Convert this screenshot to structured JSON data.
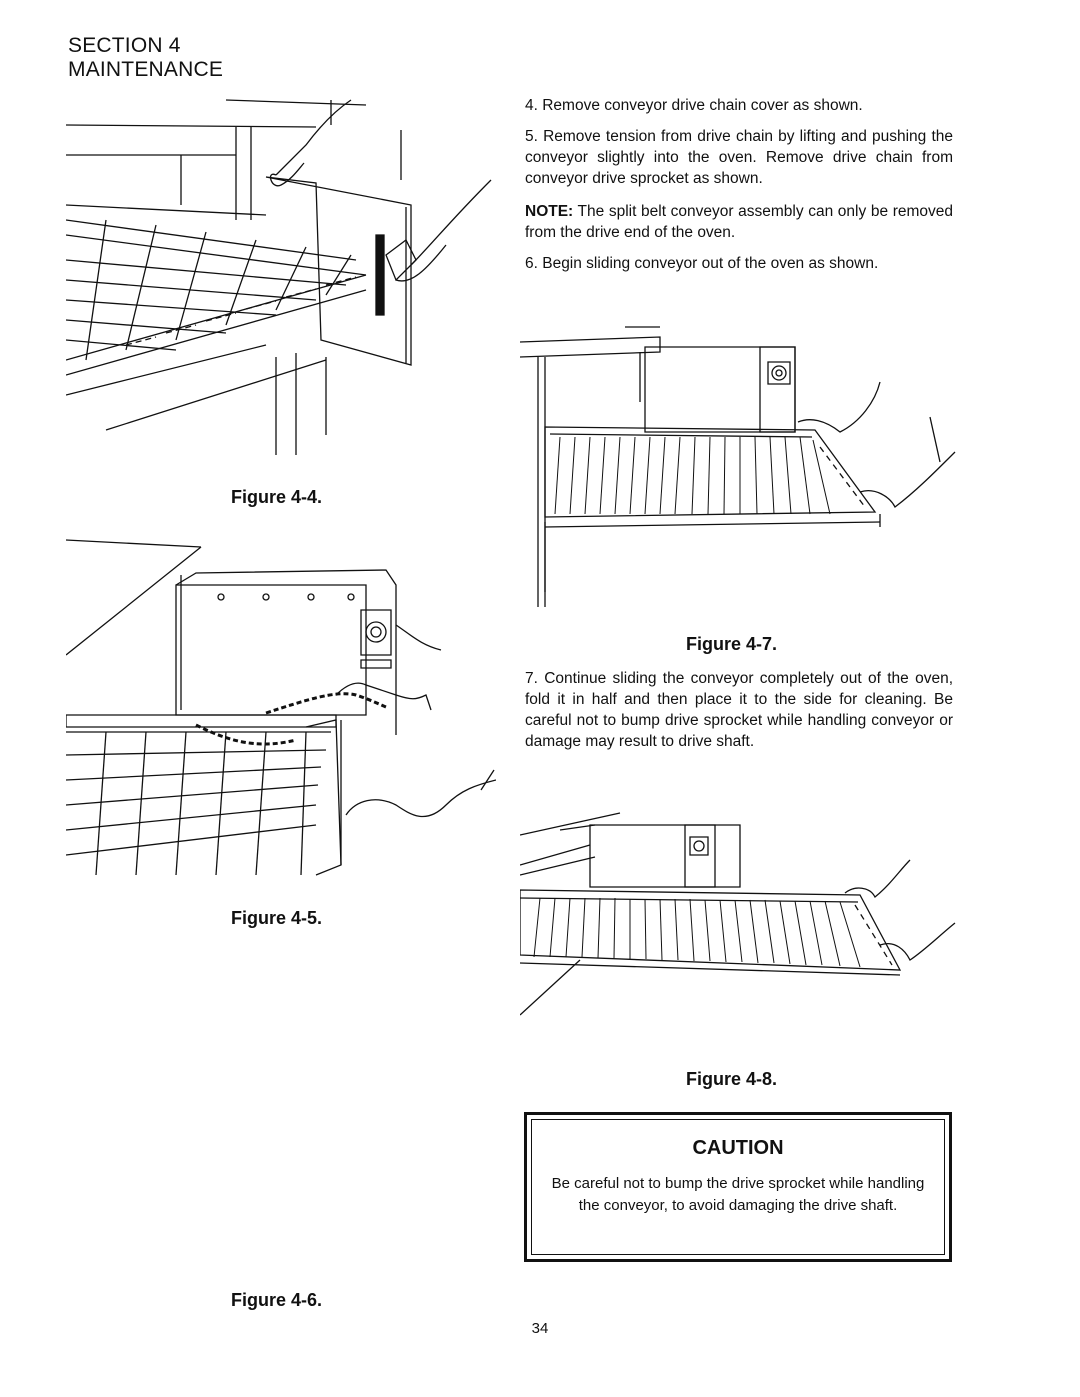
{
  "header": {
    "section": "SECTION 4",
    "title": "MAINTENANCE"
  },
  "figures": {
    "fig4": "Figure 4-4.",
    "fig5": "Figure 4-5.",
    "fig6": "Figure 4-6.",
    "fig7": "Figure 4-7.",
    "fig8": "Figure 4-8."
  },
  "steps": {
    "step4": "4. Remove conveyor drive chain cover as shown.",
    "step5": "5. Remove tension from drive chain by lifting and pushing the conveyor slightly into the oven. Remove drive chain from conveyor drive sprocket as shown.",
    "note_label": "NOTE:",
    "note_text": " The split belt conveyor assembly can only be removed from the drive end of the oven.",
    "step6": "6. Begin sliding conveyor out of the oven as shown.",
    "step7": "7. Continue sliding the conveyor completely out of the oven, fold it in half and then place it to the side for cleaning. Be careful not to bump drive sprocket while handling conveyor or damage may result to drive shaft."
  },
  "caution": {
    "title": "CAUTION",
    "text": "Be careful not to bump the drive sprocket while handling the conveyor, to avoid damaging the drive shaft."
  },
  "page_number": "34"
}
